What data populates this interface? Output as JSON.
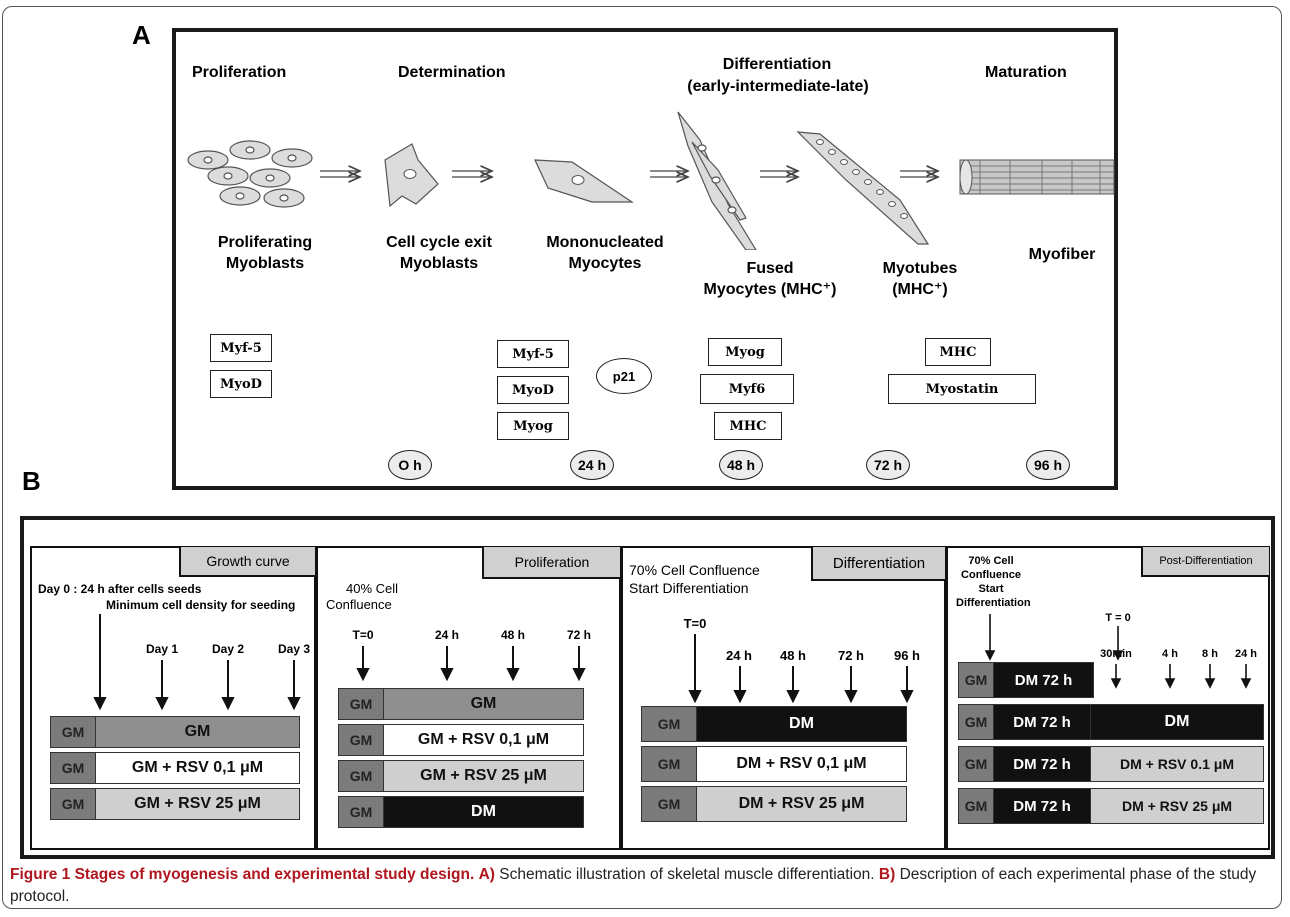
{
  "panel_a": {
    "letter": "A",
    "stages": [
      "Proliferation",
      "Determination",
      "Differentiation",
      "(early-intermediate-late)",
      "Maturation"
    ],
    "cells": {
      "proliferating": [
        "Proliferating",
        "Myoblasts"
      ],
      "cell_cycle_exit": [
        "Cell cycle exit",
        "Myoblasts"
      ],
      "mononucleated": [
        "Mononucleated",
        "Myocytes"
      ],
      "fused": [
        "Fused",
        "Myocytes (MHC⁺)"
      ],
      "myotubes": [
        "Myotubes",
        "(MHC⁺)"
      ],
      "myofiber": "Myofiber"
    },
    "markers": {
      "prolif": [
        "Myf-5",
        "MyoD"
      ],
      "determination": [
        "Myf-5",
        "MyoD",
        "Myog"
      ],
      "p21": "p21",
      "differentiation": [
        "Myog",
        "Myf6",
        "MHC"
      ],
      "maturation": [
        "MHC",
        "Myostatin"
      ]
    },
    "timepoints": [
      "O h",
      "24 h",
      "48 h",
      "72 h",
      "96 h"
    ]
  },
  "panel_b": {
    "letter": "B",
    "growth": {
      "tab": "Growth curve",
      "note_line1": "Day 0 : 24 h after cells seeds",
      "note_line2": "Minimum cell density for seeding",
      "days": [
        "Day 1",
        "Day 2",
        "Day 3"
      ],
      "gm": "GM",
      "rows": [
        "GM",
        "GM + RSV 0,1 μM",
        "GM + RSV 25 μM"
      ]
    },
    "proliferation": {
      "tab": "Proliferation",
      "note_line1": "40% Cell",
      "note_line2": "Confluence",
      "times": [
        "T=0",
        "24 h",
        "48 h",
        "72 h"
      ],
      "gm": "GM",
      "rows": [
        "GM",
        "GM + RSV 0,1 μM",
        "GM + RSV 25 μM",
        "DM"
      ]
    },
    "differentiation": {
      "tab": "Differentiation",
      "note_line1": "70% Cell Confluence",
      "note_line2": "Start Differentiation",
      "times": [
        "T=0",
        "24 h",
        "48 h",
        "72 h",
        "96 h"
      ],
      "gm": "GM",
      "rows": [
        "DM",
        "DM + RSV 0,1 μM",
        "DM + RSV 25 μM"
      ]
    },
    "post": {
      "tab": "Post-Differentiation",
      "note_lines": [
        "70% Cell",
        "Confluence",
        "Start",
        "Differentiation"
      ],
      "t0": "T = 0",
      "times": [
        "30min",
        "4 h",
        "8 h",
        "24 h"
      ],
      "gm": "GM",
      "dm72": "DM 72 h",
      "rows": [
        "DM",
        "DM + RSV 0.1 μM",
        "DM + RSV 25 μM"
      ]
    }
  },
  "caption": {
    "label": "Figure 1 Stages of myogenesis and experimental study design.",
    "a_label": "A)",
    "a_text": "Schematic illustration of skeletal muscle differentiation.",
    "b_label": "B)",
    "b_text": "Description of each experimental phase of the study protocol."
  }
}
